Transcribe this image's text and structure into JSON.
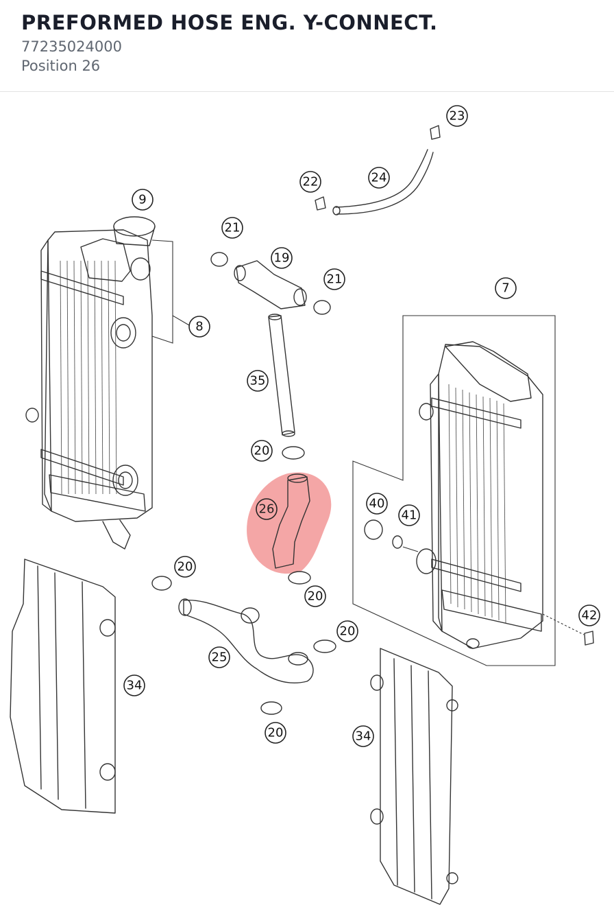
{
  "part": {
    "title": "PREFORMED HOSE ENG. Y-CONNECT.",
    "number": "77235024000",
    "position": "Position 26"
  },
  "diagram": {
    "highlight_color": "#f08080",
    "highlighted_callout": "26",
    "callouts": [
      "23",
      "22",
      "24",
      "9",
      "21",
      "19",
      "21",
      "8",
      "7",
      "35",
      "20",
      "26",
      "40",
      "41",
      "20",
      "20",
      "20",
      "25",
      "34",
      "42",
      "20",
      "34"
    ]
  }
}
